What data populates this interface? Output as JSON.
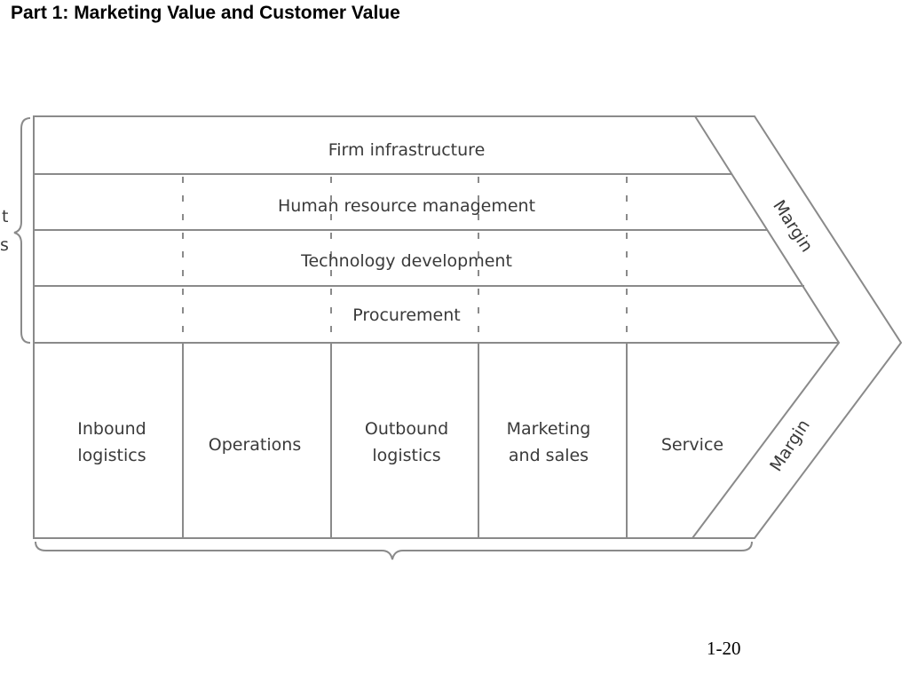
{
  "slide": {
    "title": "Part 1: Marketing Value and Customer Value",
    "page_number": "1-20"
  },
  "diagram": {
    "cropped_left_text": {
      "line1": "t",
      "line2": "s"
    },
    "support_activities": [
      "Firm infrastructure",
      "Human resource management",
      "Technology development",
      "Procurement"
    ],
    "primary_activities": [
      {
        "line1": "Inbound",
        "line2": "logistics"
      },
      {
        "line1": "Operations",
        "line2": ""
      },
      {
        "line1": "Outbound",
        "line2": "logistics"
      },
      {
        "line1": "Marketing",
        "line2": "and sales"
      },
      {
        "line1": "Service",
        "line2": ""
      }
    ],
    "margin_labels": {
      "upper": "Margin",
      "lower": "Margin"
    },
    "colors": {
      "line": "#8a8a8a",
      "text": "#3a3a3a"
    }
  }
}
